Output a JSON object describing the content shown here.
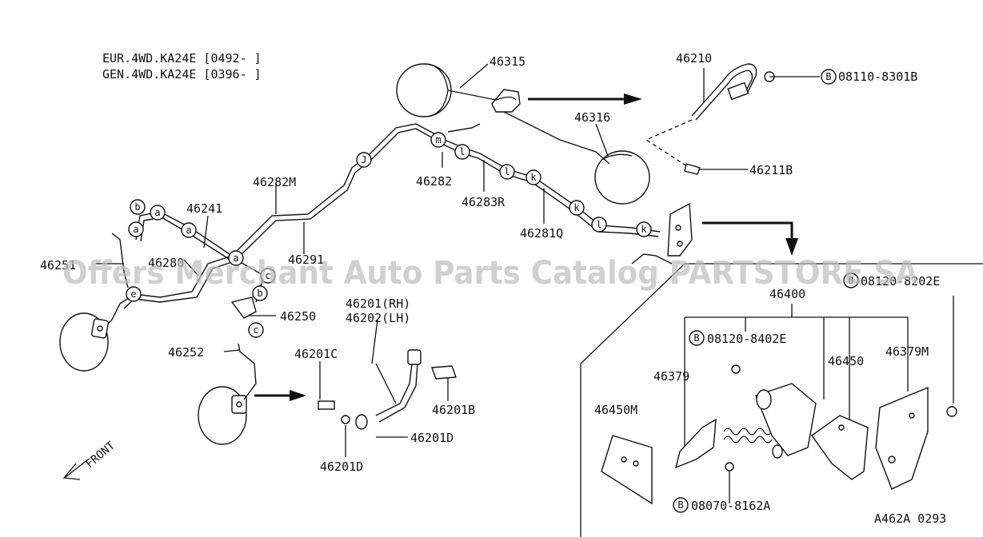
{
  "header": {
    "line1": "EUR.4WD.KA24E [0492-     ]",
    "line2": "GEN.4WD.KA24E [0396-     ]"
  },
  "watermark": "Offers Merchant Auto Parts Catalog PARTSTORE SA",
  "figure_code": "A462A 0293",
  "front_label": "FRONT",
  "bolt_symbol": "B",
  "part_labels": {
    "p46315": "46315",
    "p46316": "46316",
    "p46210": "46210",
    "p08110": "08110-8301B",
    "p46211B": "46211B",
    "p46282M": "46282M",
    "p46282": "46282",
    "p46283R": "46283R",
    "p46281Q": "46281Q",
    "p46241": "46241",
    "p46280": "46280",
    "p46291": "46291",
    "p46251": "46251",
    "p46250": "46250",
    "p46252": "46252",
    "p46201": "46201(RH)",
    "p46202": "46202(LH)",
    "p46201C": "46201C",
    "p46201B": "46201B",
    "p46201D_a": "46201D",
    "p46201D_b": "46201D",
    "p46400": "46400",
    "p08120_8202E": "08120-8202E",
    "p08120_8402E": "08120-8402E",
    "p46379": "46379",
    "p46450": "46450",
    "p46379M": "46379M",
    "p46450M": "46450M",
    "p08070": "08070-8162A"
  },
  "callouts": {
    "a1": "a",
    "a2": "a",
    "a3": "a",
    "a4": "a",
    "b1": "b",
    "b2": "b",
    "c1": "c",
    "c2": "c",
    "e1": "e",
    "j1": "J",
    "m1": "m",
    "l1": "l",
    "l2": "l",
    "l3": "l",
    "k1": "k",
    "k2": "k",
    "k3": "k"
  }
}
